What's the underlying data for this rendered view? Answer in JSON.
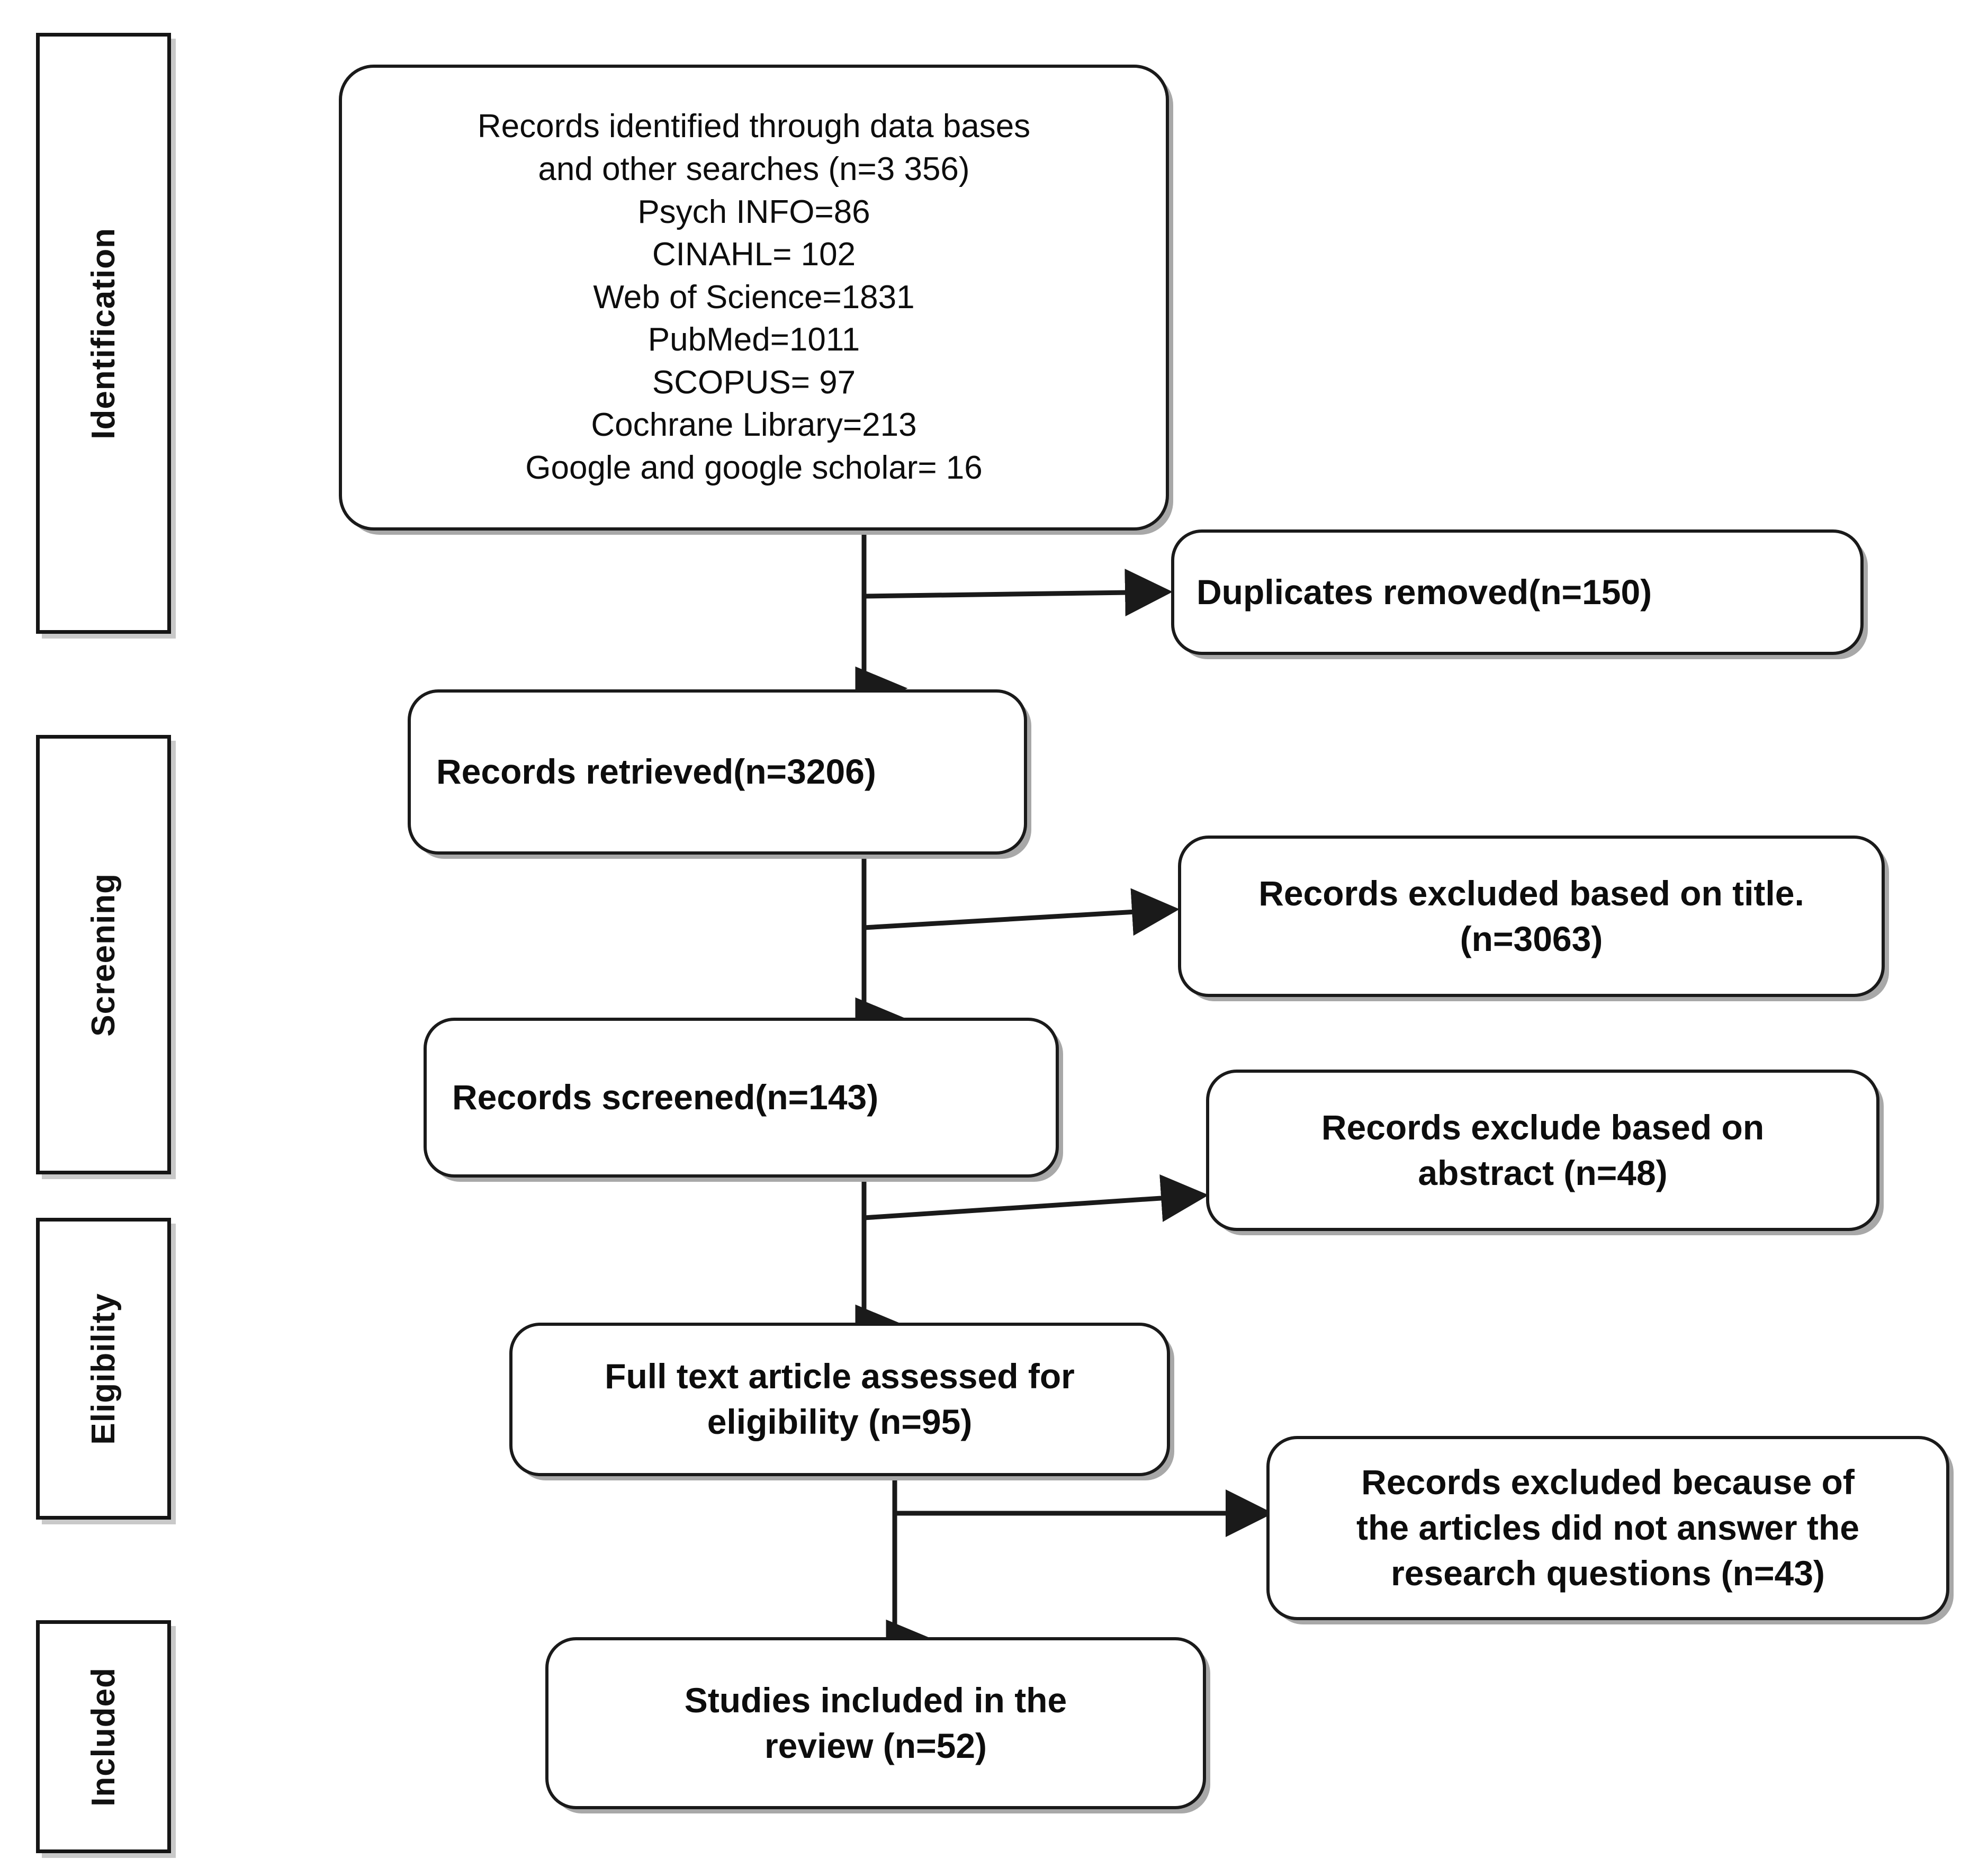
{
  "diagram": {
    "type": "prisma-flow-diagram",
    "stages": [
      {
        "id": "identification",
        "label": "Identification"
      },
      {
        "id": "screening",
        "label": "Screening"
      },
      {
        "id": "eligibility",
        "label": "Eligibility"
      },
      {
        "id": "included",
        "label": "Included"
      }
    ],
    "nodes": {
      "identified": {
        "lines": [
          "Records identified through data bases",
          "and other searches (n=3 356)",
          "Psych INFO=86",
          "CINAHL= 102",
          "Web of Science=1831",
          "PubMed=1011",
          "SCOPUS= 97",
          "Cochrane Library=213",
          "Google and google scholar= 16"
        ]
      },
      "duplicates_removed": {
        "lines": [
          "Duplicates removed(n=150)"
        ]
      },
      "records_retrieved": {
        "lines": [
          "Records retrieved(n=3206)"
        ]
      },
      "excluded_title": {
        "lines": [
          "Records excluded based on title.",
          "(n=3063)"
        ]
      },
      "records_screened": {
        "lines": [
          "Records screened(n=143)"
        ]
      },
      "excluded_abstract": {
        "lines": [
          "Records exclude based on",
          "abstract (n=48)"
        ]
      },
      "full_text_assessed": {
        "lines": [
          "Full text article assessed for",
          "eligibility (n=95)"
        ]
      },
      "excluded_questions": {
        "lines": [
          "Records excluded because of",
          "the articles did not answer the",
          "research questions (n=43)"
        ]
      },
      "studies_included": {
        "lines": [
          "Studies included in the",
          "review (n=52)"
        ]
      }
    },
    "counts": {
      "identified_total": 3356,
      "psych_info": 86,
      "cinahl": 102,
      "web_of_science": 1831,
      "pubmed": 1011,
      "scopus": 97,
      "cochrane_library": 213,
      "google_scholar": 16,
      "duplicates_removed": 150,
      "records_retrieved": 3206,
      "excluded_title": 3063,
      "records_screened": 143,
      "excluded_abstract": 48,
      "full_text_assessed": 95,
      "excluded_questions": 43,
      "studies_included": 52
    },
    "colors": {
      "background": "#ffffff",
      "box_border": "#1a1a1a",
      "text": "#0d0d0d",
      "shadow": "#a8a8a8",
      "connector": "#1a1a1a"
    }
  }
}
